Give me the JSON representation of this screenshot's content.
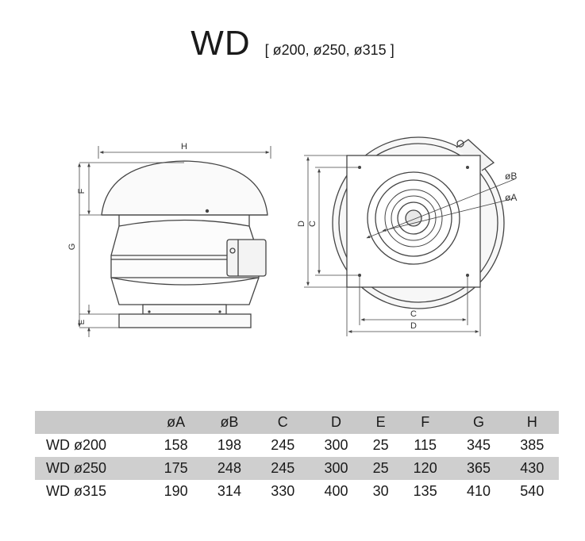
{
  "title": {
    "main": "WD",
    "sub": "[ ø200, ø250, ø315 ]"
  },
  "side_view_labels": {
    "h": "H",
    "f": "F",
    "g": "G",
    "e": "E"
  },
  "top_view_labels": {
    "d_vert": "D",
    "c_vert": "C",
    "b": "øB",
    "a": "øA",
    "c_horiz": "C",
    "d_horiz": "D"
  },
  "table": {
    "headers": [
      "",
      "øA",
      "øB",
      "C",
      "D",
      "E",
      "F",
      "G",
      "H"
    ],
    "rows": [
      [
        "WD ø200",
        "158",
        "198",
        "245",
        "300",
        "25",
        "115",
        "345",
        "385"
      ],
      [
        "WD ø250",
        "175",
        "248",
        "245",
        "300",
        "25",
        "120",
        "365",
        "430"
      ],
      [
        "WD ø315",
        "190",
        "314",
        "330",
        "400",
        "30",
        "135",
        "410",
        "540"
      ]
    ]
  }
}
